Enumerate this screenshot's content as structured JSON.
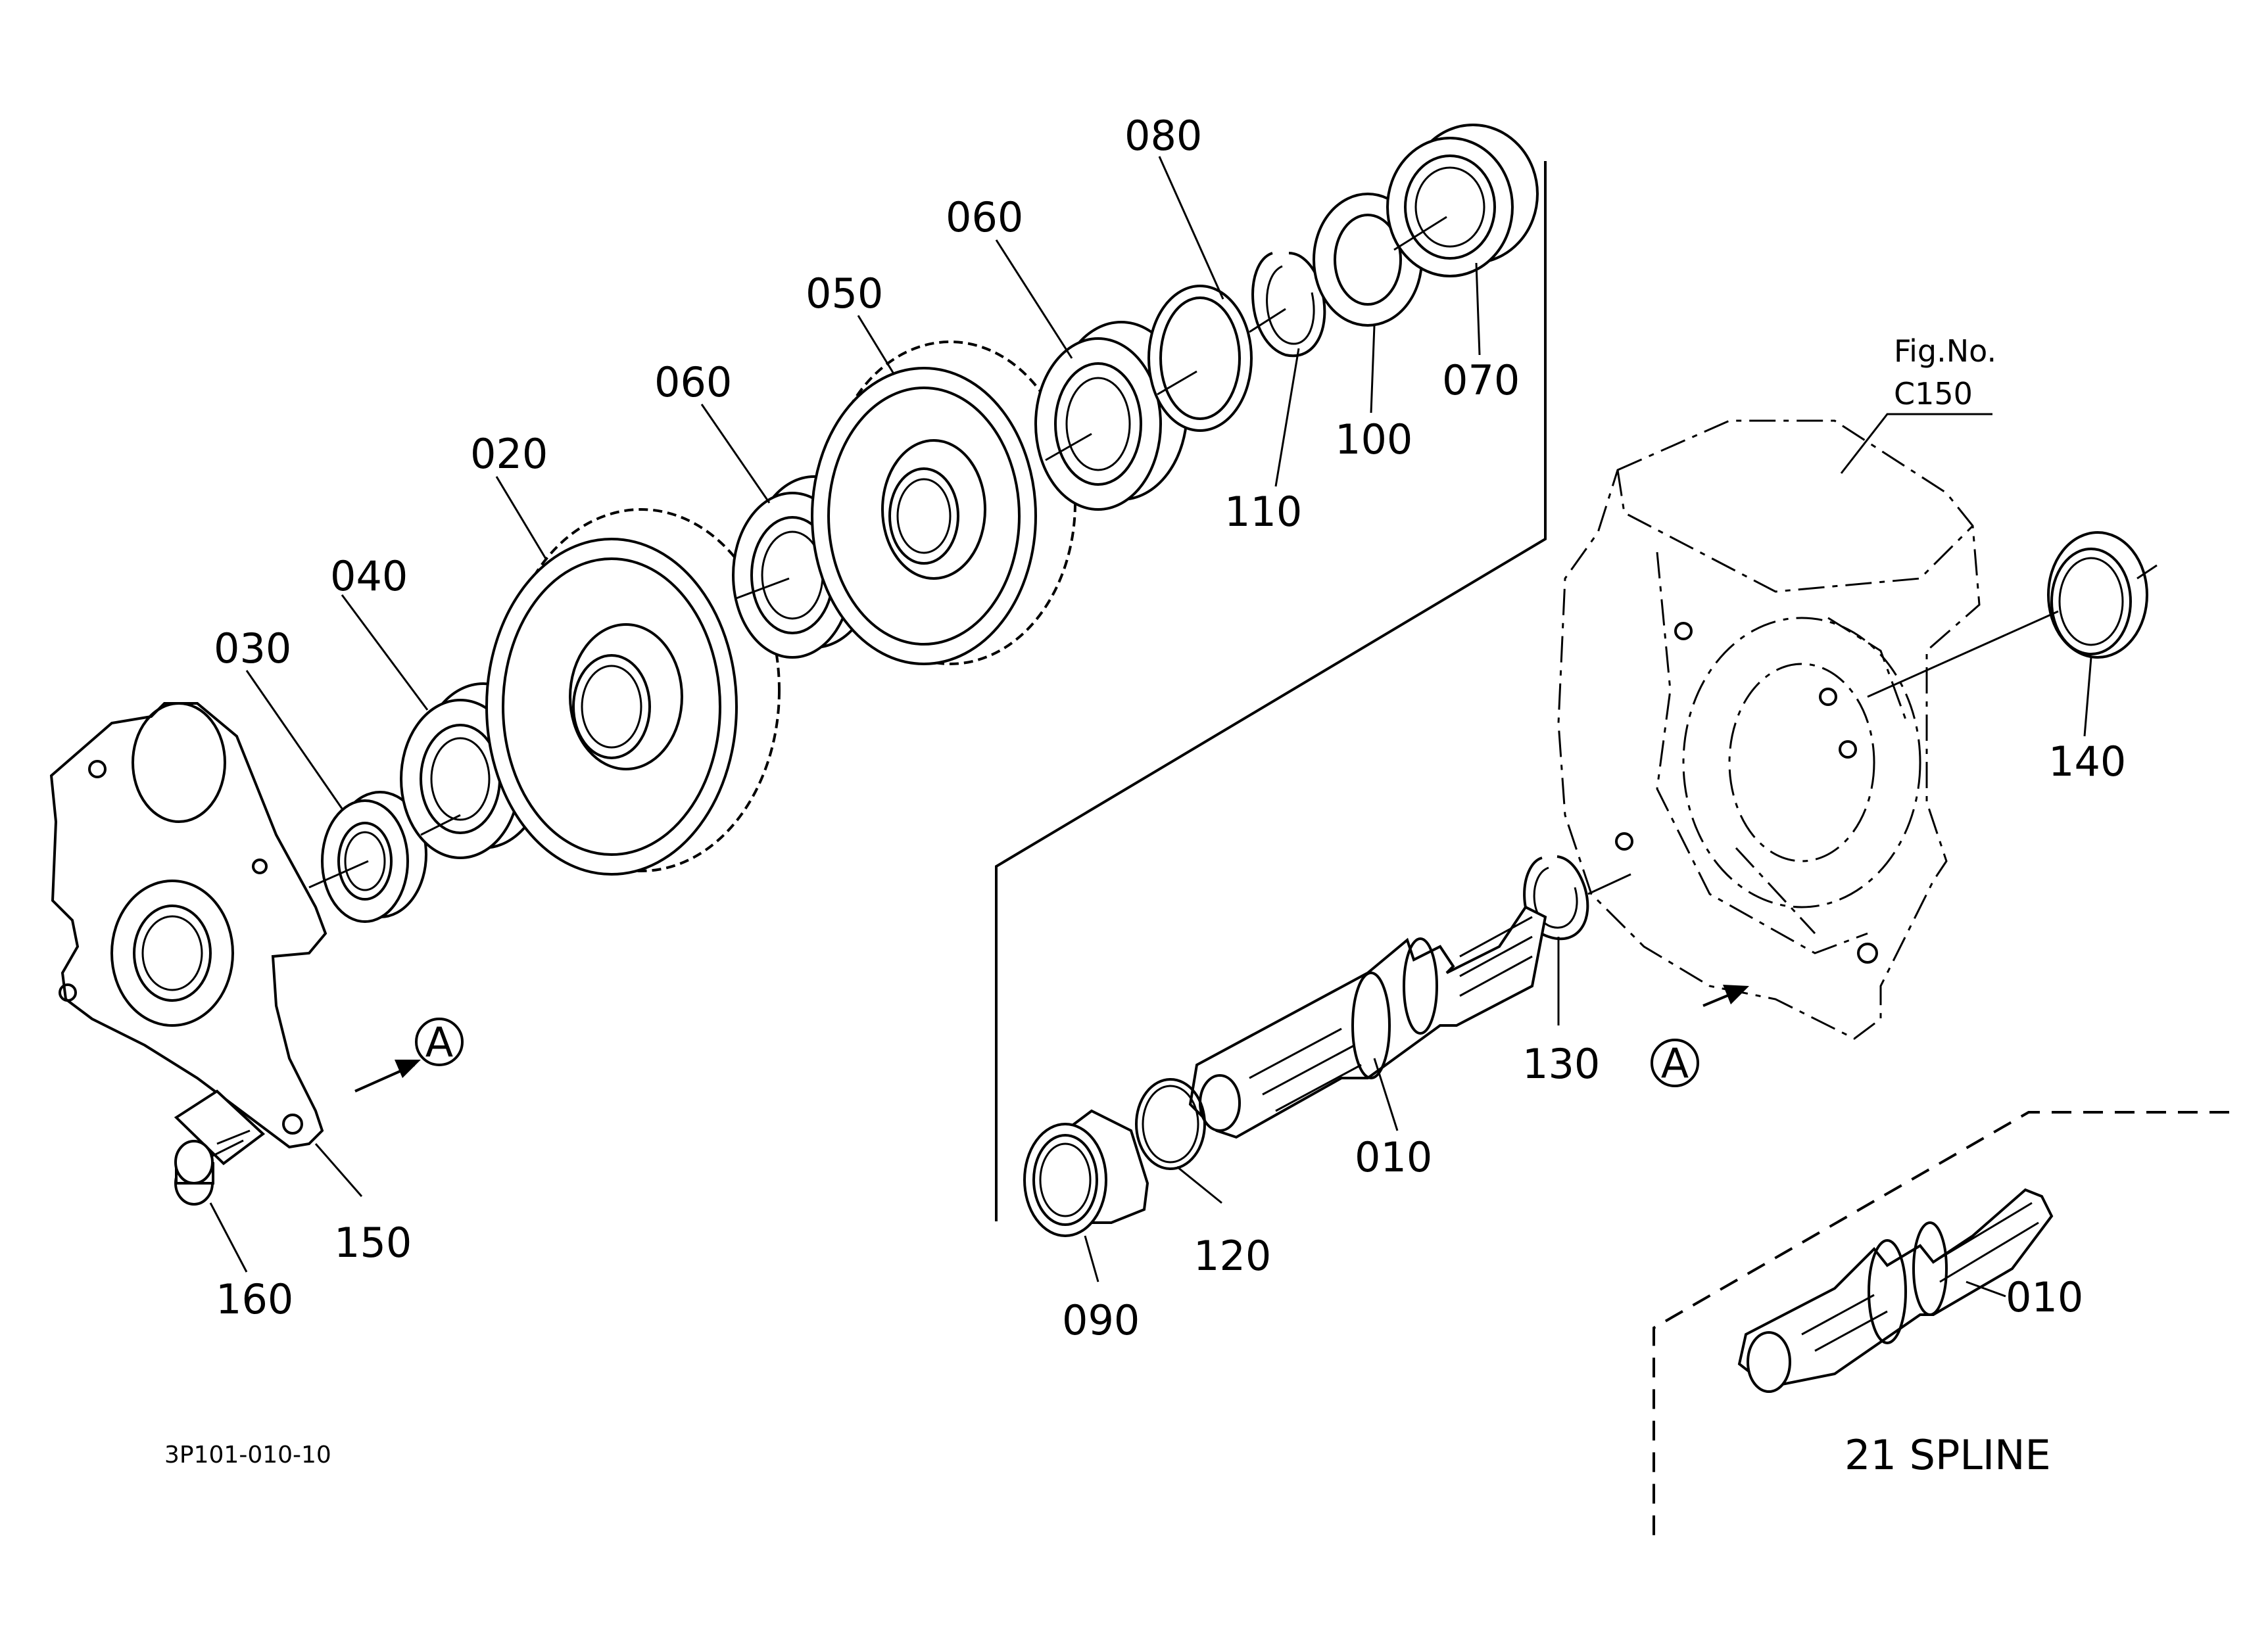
{
  "labels": {
    "p080": "080",
    "p060a": "060",
    "p050": "050",
    "p060b": "060",
    "p020": "020",
    "p040": "040",
    "p030": "030",
    "p110": "110",
    "p100": "100",
    "p070": "070",
    "p140": "140",
    "p130": "130",
    "p010": "010",
    "p120": "120",
    "p090": "090",
    "p150": "150",
    "p160": "160",
    "p010b": "010"
  },
  "marker": "A",
  "figure_ref_line1": "Fig.No.",
  "figure_ref_line2": "C150",
  "spline_caption": "21 SPLINE",
  "drawing_code": "3P101-010-10"
}
